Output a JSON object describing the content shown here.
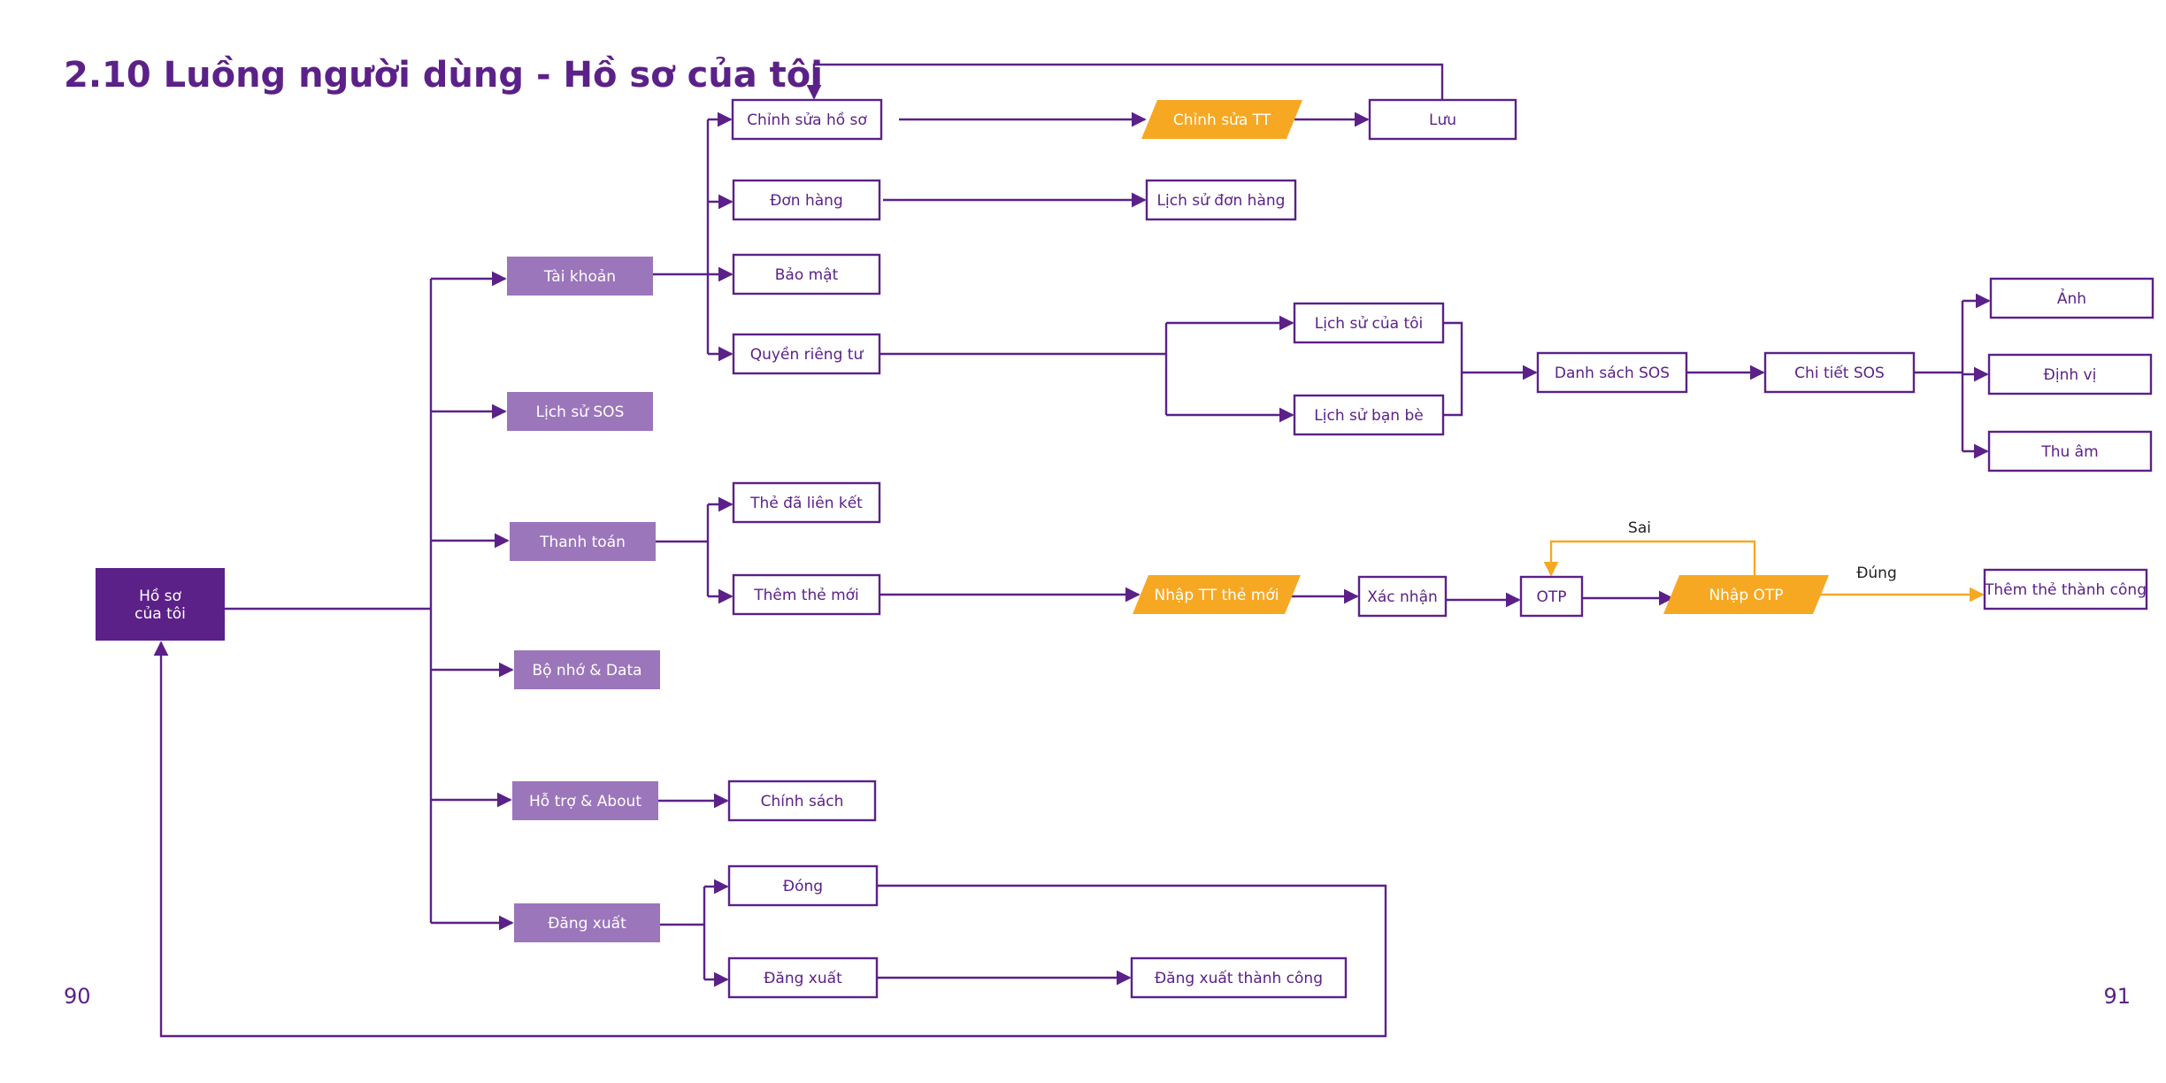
{
  "title": "2.10 Luồng người dùng - Hồ sơ của tôi",
  "page_numbers": {
    "left": "90",
    "right": "91"
  },
  "colors": {
    "line": "#5b2188",
    "root_fill": "#5b2188",
    "section_fill": "#9b76bb",
    "action_fill": "#f7a823",
    "box_stroke": "#5b2188",
    "box_fill": "#ffffff"
  },
  "nodes": {
    "root": {
      "label": [
        "Hồ sơ",
        "của tôi"
      ],
      "kind": "root"
    },
    "taikhoan": {
      "label": [
        "Tài khoản"
      ],
      "kind": "section"
    },
    "lichsusos": {
      "label": [
        "Lịch sử SOS"
      ],
      "kind": "section"
    },
    "thanhtoan": {
      "label": [
        "Thanh toán"
      ],
      "kind": "section"
    },
    "bonho": {
      "label": [
        "Bộ nhớ & Data"
      ],
      "kind": "section"
    },
    "hotro": {
      "label": [
        "Hỗ trợ & About"
      ],
      "kind": "section"
    },
    "dangxuat": {
      "label": [
        "Đăng xuất"
      ],
      "kind": "section"
    },
    "chinhsua": {
      "label": [
        "Chỉnh sửa hồ sơ"
      ],
      "kind": "box"
    },
    "chinhsuatt": {
      "label": [
        "Chỉnh sửa TT"
      ],
      "kind": "action"
    },
    "luu": {
      "label": [
        "Lưu"
      ],
      "kind": "box"
    },
    "donhang": {
      "label": [
        "Đơn hàng"
      ],
      "kind": "box"
    },
    "lichsudon": {
      "label": [
        "Lịch sử đơn hàng"
      ],
      "kind": "box"
    },
    "baomat": {
      "label": [
        "Bảo mật"
      ],
      "kind": "box"
    },
    "quyenrieng": {
      "label": [
        "Quyền riêng tư"
      ],
      "kind": "box"
    },
    "lichsutoi": {
      "label": [
        "Lịch sử của tôi"
      ],
      "kind": "box"
    },
    "lichsuban": {
      "label": [
        "Lịch sử bạn bè"
      ],
      "kind": "box"
    },
    "dssos": {
      "label": [
        "Danh sách SOS"
      ],
      "kind": "box"
    },
    "chitietsos": {
      "label": [
        "Chi tiết SOS"
      ],
      "kind": "box"
    },
    "anh": {
      "label": [
        "Ảnh"
      ],
      "kind": "box"
    },
    "dinhvi": {
      "label": [
        "Định vị"
      ],
      "kind": "box"
    },
    "thuam": {
      "label": [
        "Thu âm"
      ],
      "kind": "box"
    },
    "thelienket": {
      "label": [
        "Thẻ đã liên kết"
      ],
      "kind": "box"
    },
    "themthe": {
      "label": [
        "Thêm thẻ mới"
      ],
      "kind": "box"
    },
    "nhaptt": {
      "label": [
        "Nhập TT thẻ mới"
      ],
      "kind": "action"
    },
    "xacnhan": {
      "label": [
        "Xác nhận"
      ],
      "kind": "box"
    },
    "otp": {
      "label": [
        "OTP"
      ],
      "kind": "box"
    },
    "nhapotp": {
      "label": [
        "Nhập OTP"
      ],
      "kind": "action"
    },
    "themthanhcong": {
      "label": [
        "Thêm thẻ thành công"
      ],
      "kind": "box"
    },
    "chinhsach": {
      "label": [
        "Chính sách"
      ],
      "kind": "box"
    },
    "dong": {
      "label": [
        "Đóng"
      ],
      "kind": "box"
    },
    "dangxuat2": {
      "label": [
        "Đăng xuất"
      ],
      "kind": "box"
    },
    "dxthanhcong": {
      "label": [
        "Đăng xuất thành công"
      ],
      "kind": "box"
    }
  },
  "edge_labels": {
    "sai": "Sai",
    "dung": "Đúng"
  }
}
